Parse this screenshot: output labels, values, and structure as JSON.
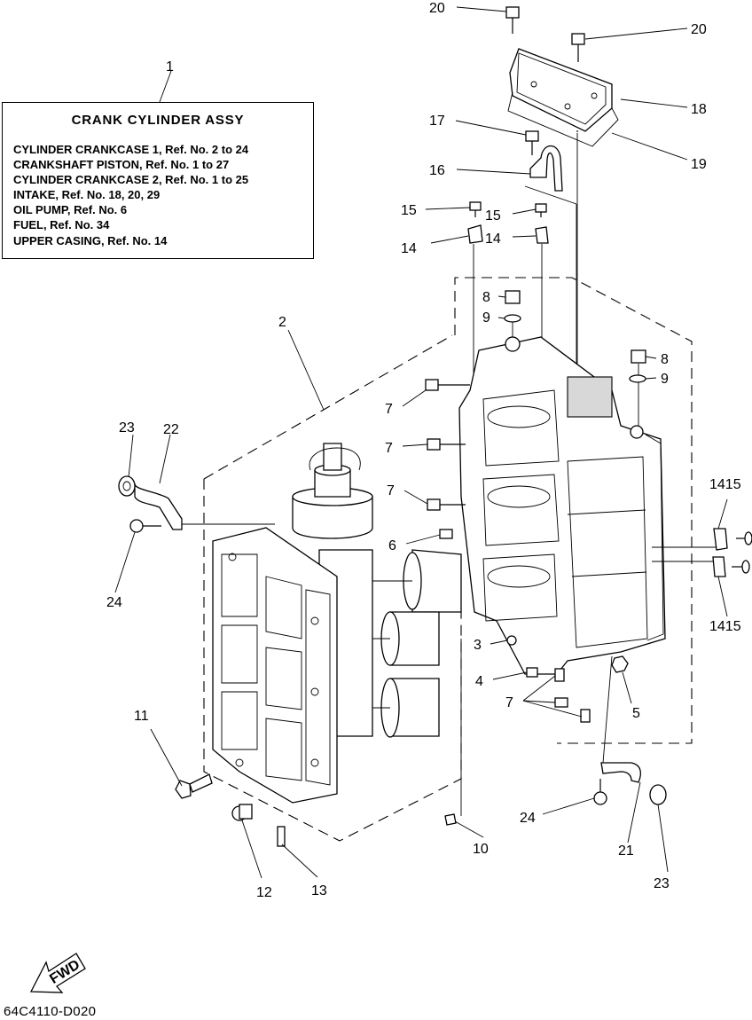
{
  "diagram_code": "64C4110-D020",
  "fwd_label": "FWD",
  "reference_box": {
    "callout": "1",
    "title": "CRANK CYLINDER ASSY",
    "lines": [
      "CYLINDER CRANKCASE 1, Ref. No. 2 to 24",
      "CRANKSHAFT PISTON,  Ref. No. 1 to 27",
      "CYLINDER CRANKCASE 2, Ref. No. 1 to 25",
      "INTAKE,  Ref. No. 18, 20, 29",
      "OIL PUMP,  Ref. No. 6",
      "FUEL,  Ref. No. 34",
      "UPPER CASING, Ref. No. 14"
    ]
  },
  "callouts": {
    "c2": "2",
    "c3": "3",
    "c4": "4",
    "c5": "5",
    "c6": "6",
    "c7a": "7",
    "c7b": "7",
    "c7c": "7",
    "c7d": "7",
    "c8a": "8",
    "c8b": "8",
    "c9a": "9",
    "c9b": "9",
    "c10": "10",
    "c11": "11",
    "c12": "12",
    "c13": "13",
    "c14a": "14",
    "c14b": "14",
    "c15a": "15",
    "c15b": "15",
    "c16": "16",
    "c17": "17",
    "c18": "18",
    "c19": "19",
    "c20a": "20",
    "c20b": "20",
    "c21": "21",
    "c22": "22",
    "c23a": "23",
    "c23b": "23",
    "c24a": "24",
    "c24b": "24",
    "c1415a": "1415",
    "c1415b": "1415"
  }
}
